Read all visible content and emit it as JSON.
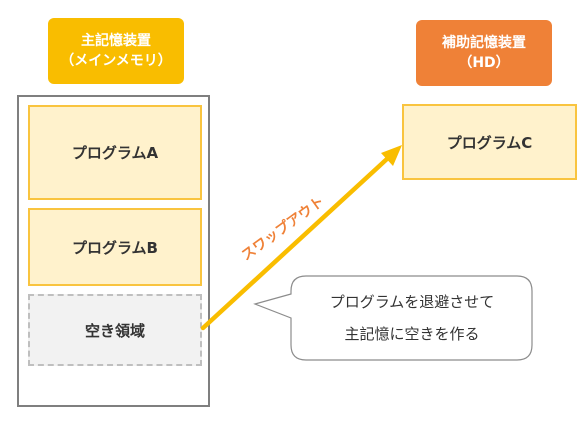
{
  "main_memory": {
    "badge_line1": "主記憶装置",
    "badge_line2": "（メインメモリ）",
    "programs": [
      "プログラムA",
      "プログラムB"
    ],
    "free_area": "空き領域"
  },
  "aux_storage": {
    "badge_line1": "補助記憶装置",
    "badge_line2": "（HD）",
    "program": "プログラムC"
  },
  "arrow": {
    "label": "スワップアウト"
  },
  "callout": {
    "line1": "プログラムを退避させて",
    "line2": "主記憶に空きを作る"
  },
  "colors": {
    "main_badge": "#f9bd00",
    "aux_badge": "#ef8137",
    "program_fill": "#fff2cc",
    "program_border": "#f9c43f",
    "arrow": "#f9bd00",
    "arrow_label": "#ef8137"
  }
}
